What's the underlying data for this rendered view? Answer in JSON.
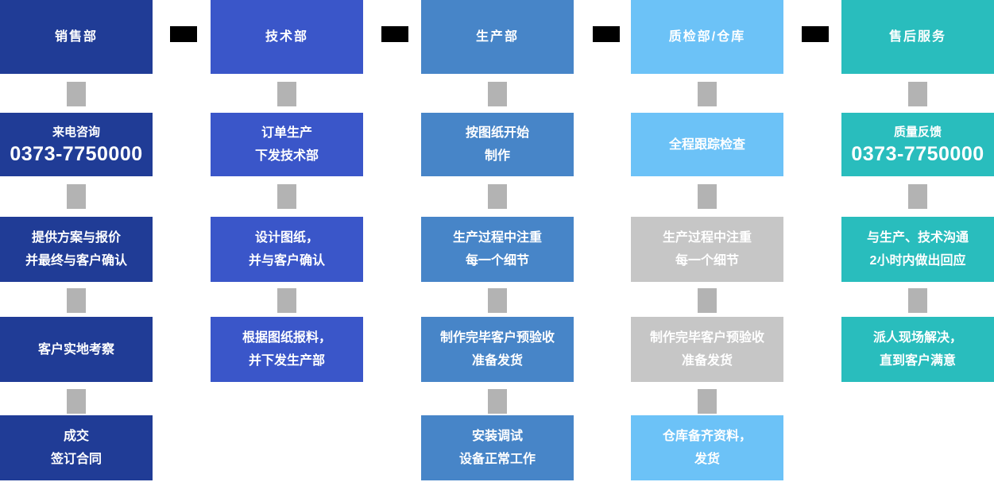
{
  "palette": {
    "sales": "#203C96",
    "tech": "#3A56C9",
    "production": "#4785C8",
    "qa_warehouse": "#6CC2F7",
    "aftersales": "#29BDBD",
    "inactive_box": "#C6C6C6",
    "connector_gray": "#B3B3B3",
    "connector_black": "#000000",
    "text": "#FFFFFF"
  },
  "columns": [
    {
      "header": "销售部",
      "steps": [
        {
          "line1": "来电咨询",
          "line2": "0373-7750000"
        },
        {
          "line1": "提供方案与报价",
          "line2": "并最终与客户确认"
        },
        {
          "line1": "客户实地考察"
        },
        {
          "line1": "成交",
          "line2": "签订合同"
        }
      ]
    },
    {
      "header": "技术部",
      "steps": [
        {
          "line1": "订单生产",
          "line2": "下发技术部"
        },
        {
          "line1": "设计图纸，",
          "line2": "并与客户确认"
        },
        {
          "line1": "根据图纸报料，",
          "line2": "并下发生产部"
        }
      ]
    },
    {
      "header": "生产部",
      "steps": [
        {
          "line1": "按图纸开始",
          "line2": "制作"
        },
        {
          "line1": "生产过程中注重",
          "line2": "每一个细节"
        },
        {
          "line1": "制作完毕客户预验收",
          "line2": "准备发货"
        },
        {
          "line1": "安装调试",
          "line2": "设备正常工作"
        }
      ]
    },
    {
      "header": "质检部/仓库",
      "steps": [
        {
          "line1": "全程跟踪检查"
        },
        {
          "line1": "生产过程中注重",
          "line2": "每一个细节"
        },
        {
          "line1": "制作完毕客户预验收",
          "line2": "准备发货"
        },
        {
          "line1": "仓库备齐资料，",
          "line2": "发货"
        }
      ]
    },
    {
      "header": "售后服务",
      "steps": [
        {
          "line1": "质量反馈",
          "line2": "0373-7750000"
        },
        {
          "line1": "与生产、技术沟通",
          "line2": "2小时内做出回应"
        },
        {
          "line1": "派人现场解决，",
          "line2": "直到客户满意"
        }
      ]
    }
  ]
}
